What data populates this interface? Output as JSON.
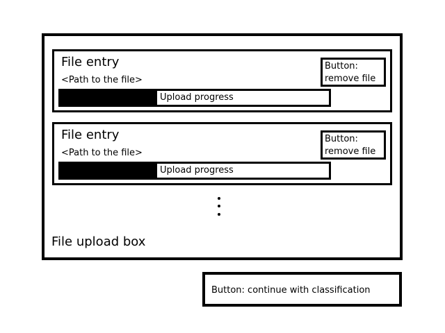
{
  "upload_box": {
    "label": "File upload box",
    "entries": [
      {
        "title": "File entry",
        "path": "<Path to the file>",
        "remove_button": [
          "Button:",
          "remove file"
        ],
        "progress_label": "Upload progress",
        "progress_fraction": 0.36
      },
      {
        "title": "File entry",
        "path": "<Path to the file>",
        "remove_button": [
          "Button:",
          "remove file"
        ],
        "progress_label": "Upload progress",
        "progress_fraction": 0.36
      }
    ]
  },
  "continue_button": {
    "label": "Button: continue with classification"
  },
  "colors": {
    "line": "#000000",
    "background": "#ffffff"
  }
}
